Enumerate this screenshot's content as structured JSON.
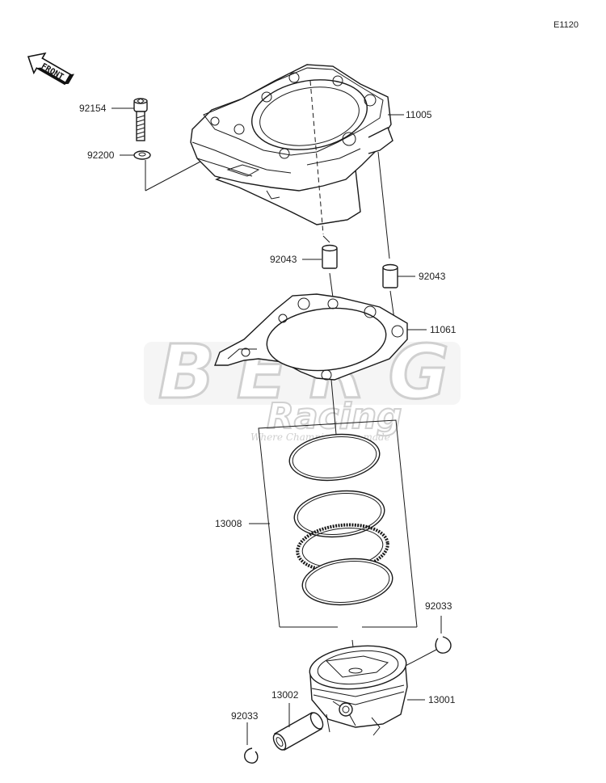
{
  "figure_code": "E1120",
  "direction_label": "FRONT",
  "watermark": {
    "brand": "BERG",
    "sub": "Racing",
    "tagline": "Where Champions are made"
  },
  "parts": {
    "bolt": "92154",
    "washer": "92200",
    "cylinder": "11005",
    "dowel_left": "92043",
    "dowel_right": "92043",
    "gasket": "11061",
    "ring_set": "13008",
    "circlip_right": "92033",
    "pin": "13002",
    "piston": "13001",
    "circlip_left": "92033"
  }
}
